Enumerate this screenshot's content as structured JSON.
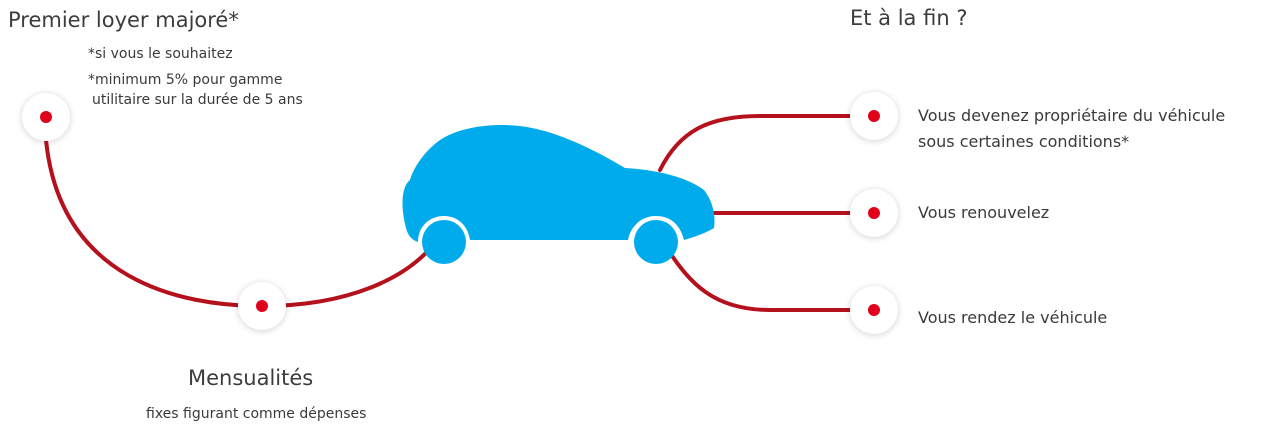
{
  "colors": {
    "connector": "#b5111d",
    "node_dot": "#e1001a",
    "car": "#00abec",
    "text": "#3a3a3a"
  },
  "left": {
    "title": "Premier loyer majoré*",
    "note_1": "*si vous le souhaitez",
    "note_2_line_1": "*minimum 5% pour gamme",
    "note_2_line_2": "utilitaire sur la durée de 5 ans"
  },
  "bottom": {
    "title": "Mensualités",
    "subtitle": "fixes figurant comme dépenses"
  },
  "right": {
    "title": "Et à la fin ?",
    "options": [
      {
        "line_1": "Vous devenez propriétaire du véhicule",
        "line_2": "sous certaines conditions*"
      },
      {
        "line_1": "Vous renouvelez"
      },
      {
        "line_1": "Vous rendez le véhicule"
      }
    ]
  },
  "icons": {
    "car": "car-silhouette-icon"
  }
}
